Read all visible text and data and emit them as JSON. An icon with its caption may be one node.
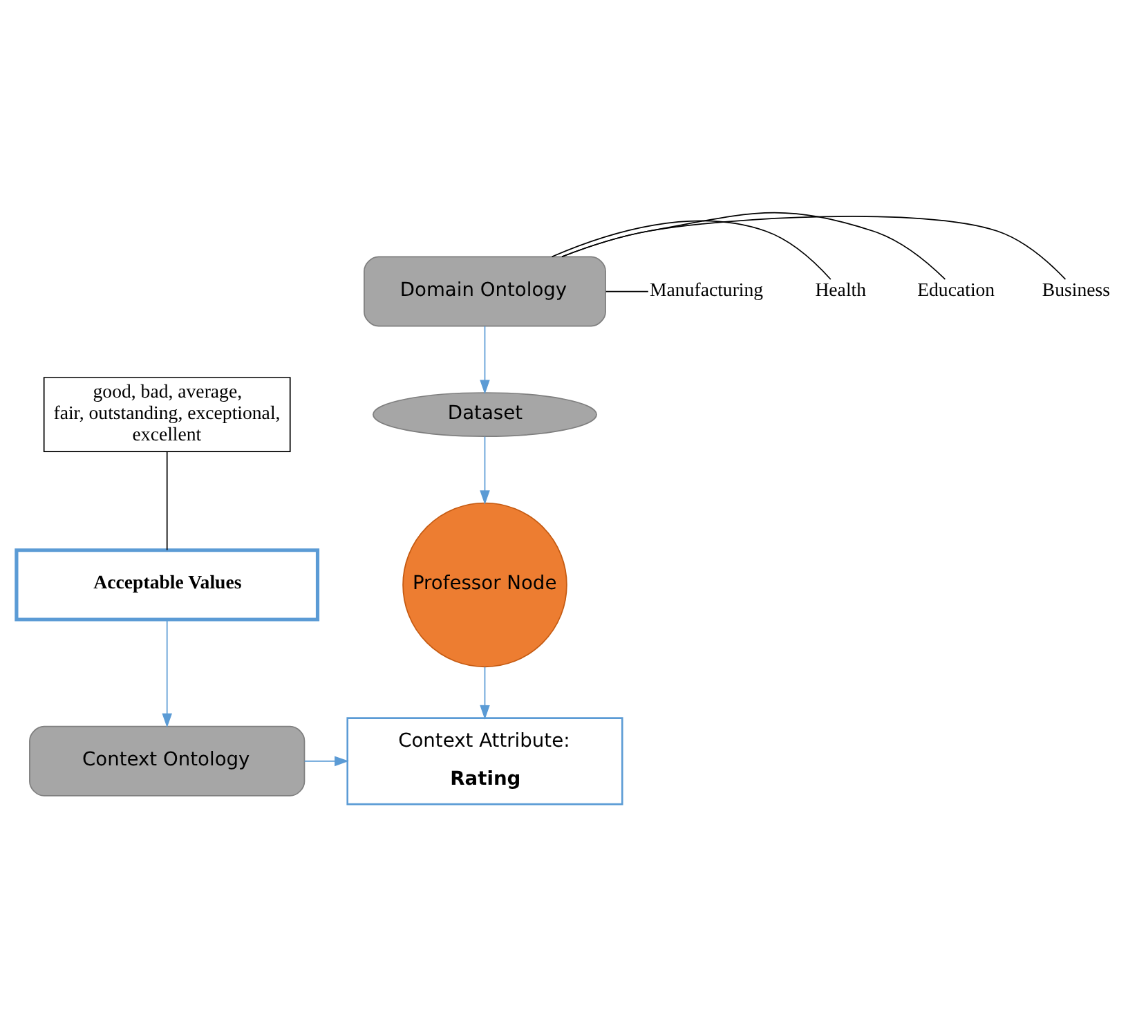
{
  "diagram": {
    "nodes": [
      {
        "text": [
          "Domain Ontology"
        ]
      },
      {
        "text": [
          "Education"
        ]
      },
      {
        "text": [
          "Health"
        ]
      },
      {
        "text": [
          "Manufacturing"
        ]
      },
      {
        "text": [
          "Business"
        ]
      },
      {
        "text": [
          "Dataset"
        ]
      },
      {
        "text": [
          "good, bad, average, fair, outstanding, exceptional, excellent"
        ]
      },
      {
        "text": [
          "Professor Node"
        ]
      },
      {
        "text": [
          "Acceptable Values"
        ]
      },
      {
        "text": [
          "Context Attribute:",
          "Rating"
        ]
      },
      {
        "text": [
          "Context Ontology"
        ]
      }
    ],
    "edges": [
      {
        "from": 0,
        "to": 1,
        "arrow": "none",
        "color": "#000000"
      },
      {
        "from": 0,
        "to": 2,
        "arrow": "none",
        "color": "#000000"
      },
      {
        "from": 0,
        "to": 3,
        "arrow": "none",
        "color": "#000000"
      },
      {
        "from": 0,
        "to": 4,
        "arrow": "none",
        "color": "#000000"
      },
      {
        "from": 0,
        "to": 5,
        "arrow": "to",
        "color": "#5b9bd5"
      },
      {
        "from": 5,
        "to": 7,
        "arrow": "to",
        "color": "#5b9bd5"
      },
      {
        "from": 6,
        "to": 8,
        "arrow": "none",
        "color": "#000000"
      },
      {
        "from": 7,
        "to": 9,
        "arrow": "to",
        "color": "#5b9bd5"
      },
      {
        "from": 8,
        "to": 10,
        "arrow": "to",
        "color": "#5b9bd5"
      },
      {
        "from": 10,
        "to": 9,
        "arrow": "to",
        "color": "#5b9bd5"
      }
    ]
  }
}
